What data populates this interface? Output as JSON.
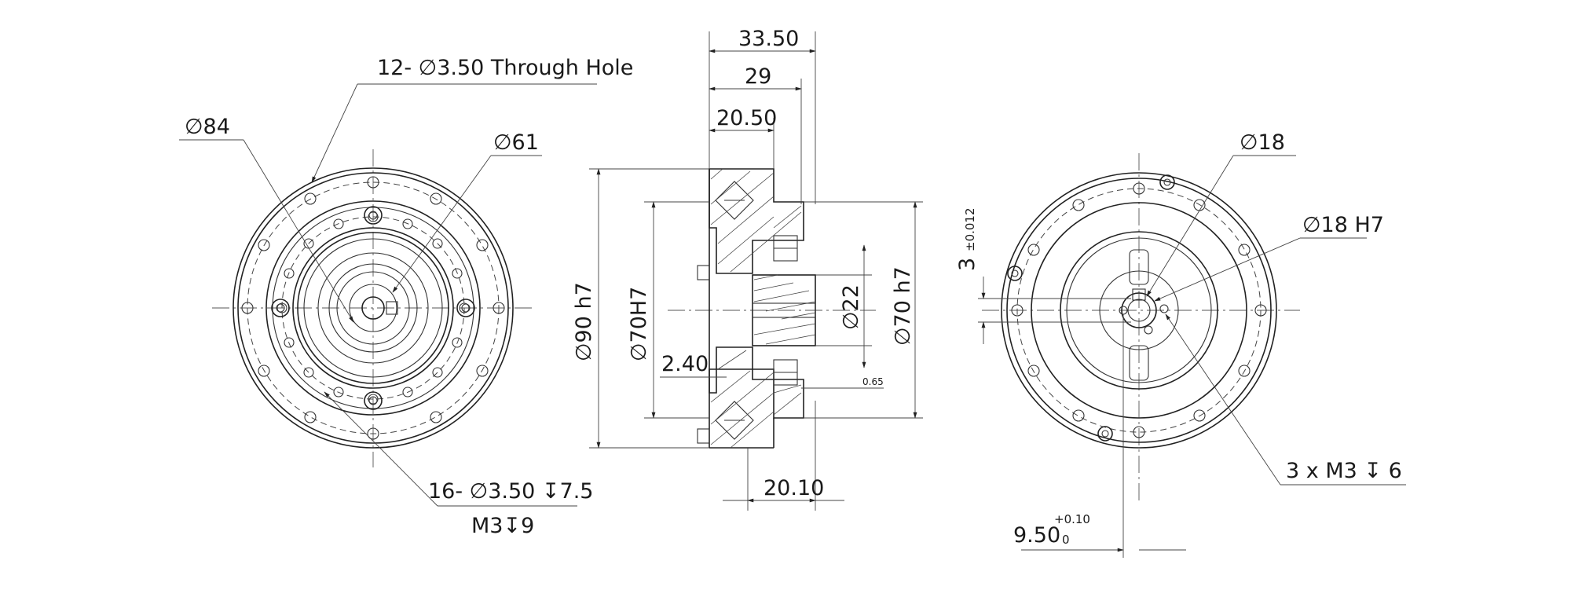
{
  "front_view": {
    "through_hole_label": "12- ∅3.50 Through Hole",
    "outer_dia_label": "∅84",
    "pcd_label": "∅61",
    "tapped_holes_label": "16- ∅3.50 ↧7.5",
    "thread_label": "M3↧9"
  },
  "side_view": {
    "overall_length": "33.50",
    "body_length": "29",
    "flange_length": "20.50",
    "outer_dia": "∅90 h7",
    "bore_dia": "∅70H7",
    "shoulder": "2.40",
    "shaft_dia": "∅22",
    "pilot_dia": "∅70 h7",
    "gap": "0.65",
    "output_length": "20.10"
  },
  "rear_view": {
    "shaft_dia": "∅18",
    "bore_fit": "∅18 H7",
    "key_width": "3",
    "key_width_tol": "±0.012",
    "thread_holes": "3 x M3 ↧ 6",
    "key_depth": "9.50",
    "key_depth_tol_upper": "+0.10",
    "key_depth_tol_lower": "0"
  }
}
